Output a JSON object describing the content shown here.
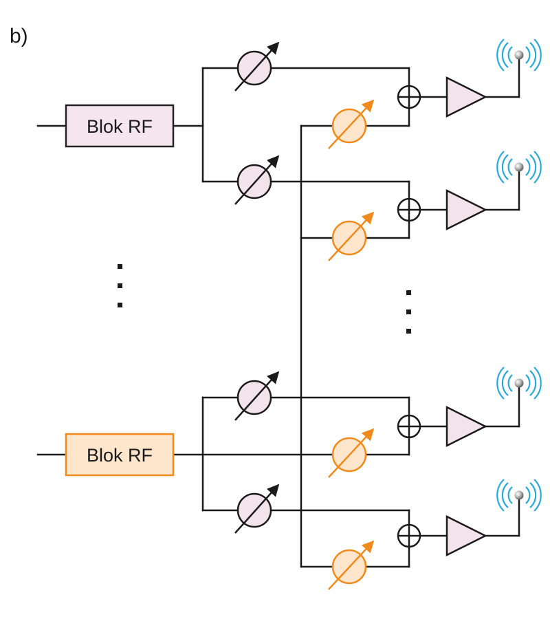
{
  "panel_label": "b)",
  "rf_blocks": [
    {
      "label": "Blok RF",
      "variant": "pink"
    },
    {
      "label": "Blok RF",
      "variant": "orange"
    }
  ],
  "colors": {
    "wire": "#1a1a1a",
    "pink_fill": "#f3e3ea",
    "pink_block_fill": "#f4e6ec",
    "pink_block_stroke": "#222222",
    "orange_fill": "#fde6cc",
    "orange_stroke": "#f08a1c",
    "antenna_waves": "#2aa8d8",
    "amplifier_fill": "#f3e3ea"
  },
  "icons": {
    "phase_shifter": "variable-phase-shifter-icon",
    "combiner": "circle-plus-combiner-icon",
    "amplifier": "triangle-amplifier-icon",
    "antenna": "radiating-antenna-icon"
  },
  "ellipsis": "vertical-dots"
}
